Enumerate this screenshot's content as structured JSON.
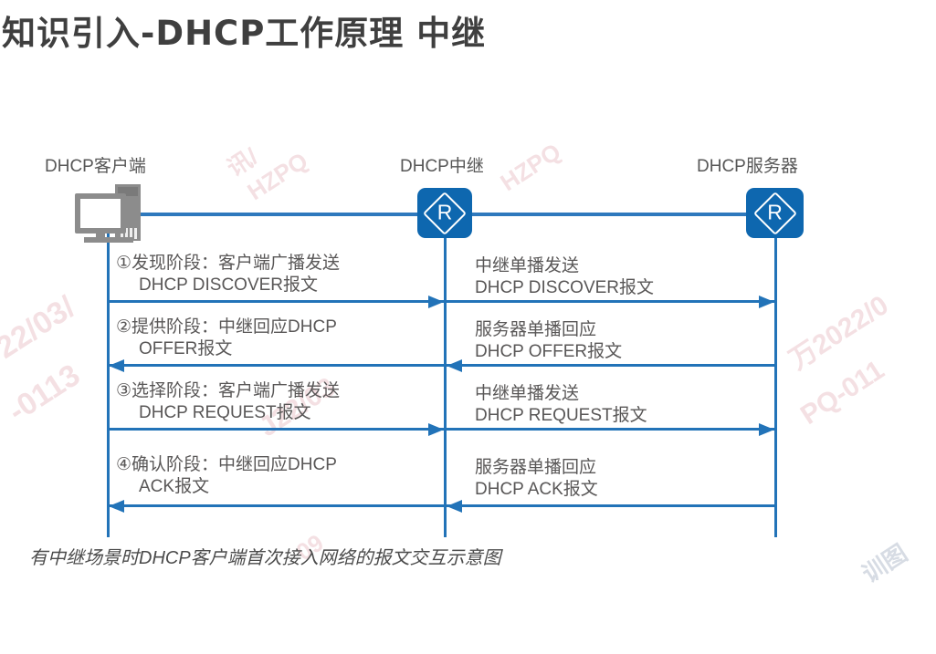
{
  "title": "知识引入-DHCP工作原理 中继",
  "colors": {
    "accent_blue": "#2273b8",
    "router_blue": "#0e67af",
    "body_text": "#595757",
    "title_text": "#3f3f3f",
    "pc_gray": "#8c8c8c",
    "watermark_pink": "#db99a3"
  },
  "diagram": {
    "entities": [
      {
        "label": "DHCP客户端",
        "icon": "desktop-pc-icon"
      },
      {
        "label": "DHCP中继",
        "icon": "router-icon",
        "glyph": "R"
      },
      {
        "label": "DHCP服务器",
        "icon": "router-icon",
        "glyph": "R"
      }
    ],
    "messages": [
      {
        "step": "1",
        "left1": "①发现阶段：客户端广播发送",
        "left2": "DHCP DISCOVER报文",
        "left_direction": "client-to-relay",
        "right1": "中继单播发送",
        "right2": "DHCP DISCOVER报文",
        "right_direction": "relay-to-server"
      },
      {
        "step": "2",
        "left1": "②提供阶段：中继回应DHCP",
        "left2": "OFFER报文",
        "left_direction": "relay-to-client",
        "right1": "服务器单播回应",
        "right2": "DHCP OFFER报文",
        "right_direction": "server-to-relay"
      },
      {
        "step": "3",
        "left1": "③选择阶段：客户端广播发送",
        "left2": "DHCP REQUEST报文",
        "left_direction": "client-to-relay",
        "right1": "中继单播发送",
        "right2": "DHCP REQUEST报文",
        "right_direction": "relay-to-server"
      },
      {
        "step": "4",
        "left1": "④确认阶段：中继回应DHCP",
        "left2": "ACK报文",
        "left_direction": "relay-to-client",
        "right1": "服务器单播回应",
        "right2": "DHCP ACK报文",
        "right_direction": "server-to-relay"
      }
    ],
    "caption": "有中继场景时DHCP客户端首次接入网络的报文交互示意图"
  },
  "watermarks": [
    "讯/",
    "HZPQ",
    "HZPQ",
    "22/03/",
    "-0113",
    "万2022/0",
    "PQ-011",
    "J22/03",
    "09",
    "训图"
  ]
}
